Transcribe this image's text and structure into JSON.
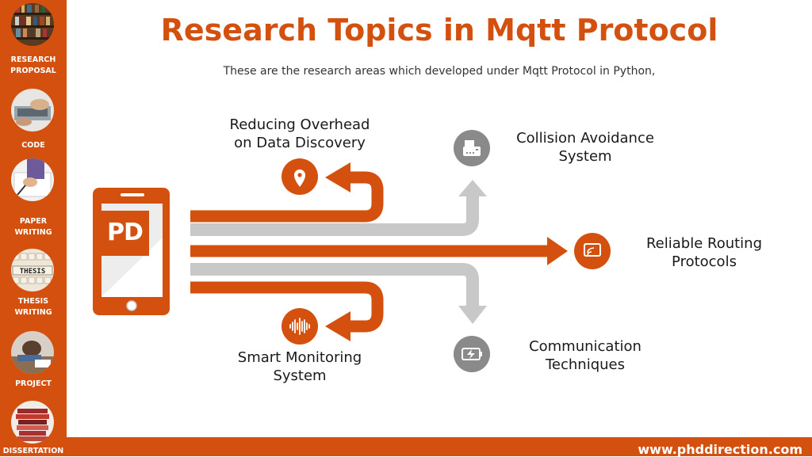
{
  "sidebar": {
    "items": [
      {
        "label": "RESEARCH\nPROPOSAL"
      },
      {
        "label": "CODE"
      },
      {
        "label": "PAPER\nWRITING"
      },
      {
        "label": "THESIS\nWRITING"
      },
      {
        "label": "PROJECT"
      },
      {
        "label": "DISSERTATION"
      }
    ]
  },
  "title": "Research Topics in Mqtt Protocol",
  "subtitle": "These are the research areas which developed under Mqtt Protocol in Python,",
  "logo_text": "PD",
  "topics": {
    "overhead": "Reducing Overhead\non Data Discovery",
    "collision": "Collision Avoidance\nSystem",
    "routing": "Reliable Routing\nProtocols",
    "monitoring": "Smart Monitoring\nSystem",
    "communication": "Communication\nTechniques"
  },
  "footer_url": "www.phddirection.com",
  "colors": {
    "accent": "#d4500f",
    "gray": "#c8c8c8",
    "icon_gray": "#8a8a8a"
  }
}
